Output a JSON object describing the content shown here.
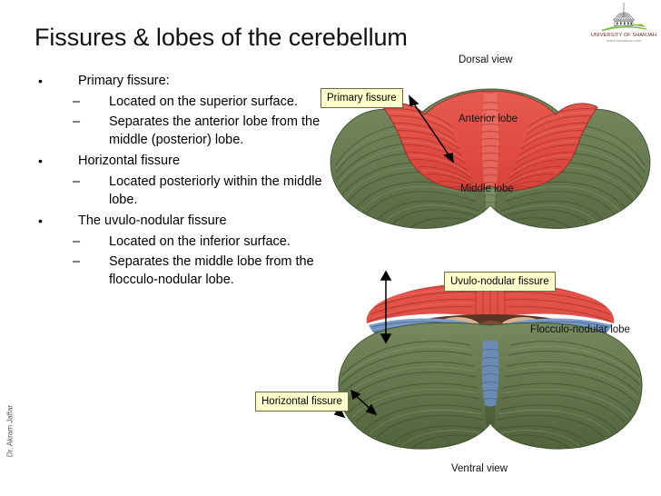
{
  "slide": {
    "title": "Fissures & lobes of the cerebellum",
    "credit": "Dr. Akram Jaffar"
  },
  "logo": {
    "name": "UNIVERSITY OF SHARJAH",
    "tagline": "where civilizations meet",
    "icon": "university-dome-logo"
  },
  "bullets": [
    {
      "marker": "•",
      "text": "Primary fissure:",
      "subs": [
        {
          "marker": "–",
          "text": "Located on the superior surface."
        },
        {
          "marker": "–",
          "text": "Separates the anterior lobe from the middle (posterior) lobe."
        }
      ]
    },
    {
      "marker": "•",
      "text": "Horizontal fissure",
      "subs": [
        {
          "marker": "–",
          "text": "Located posteriorly within the middle lobe."
        }
      ]
    },
    {
      "marker": "•",
      "text": "The uvulo-nodular fissure",
      "subs": [
        {
          "marker": "–",
          "text": "Located on the inferior surface."
        },
        {
          "marker": "–",
          "text": "Separates the middle lobe from the flocculo-nodular lobe."
        }
      ]
    }
  ],
  "figures": {
    "dorsal": {
      "view_label": "Dorsal view",
      "callout": "Primary fissure",
      "labels": {
        "anterior": "Anterior lobe",
        "middle": "Middle lobe"
      },
      "colors": {
        "anterior_lobe": "#e04a42",
        "middle_lobe": "#6a7d52"
      }
    },
    "ventral": {
      "view_label": "Ventral view",
      "callouts": {
        "uvulo": "Uvulo-nodular fissure",
        "horizontal": "Horizontal fissure"
      },
      "labels": {
        "flocculo": "Flocculo-nodular lobe"
      },
      "colors": {
        "red_band": "#e0433c",
        "blue_band": "#5b7fb0",
        "green_lobe": "#6d8055",
        "tonsil": "#d7b294",
        "vermis_brown": "#7a4a32"
      }
    },
    "callout_style": {
      "background": "#ffffcc",
      "border": "#6b6b4a"
    }
  }
}
